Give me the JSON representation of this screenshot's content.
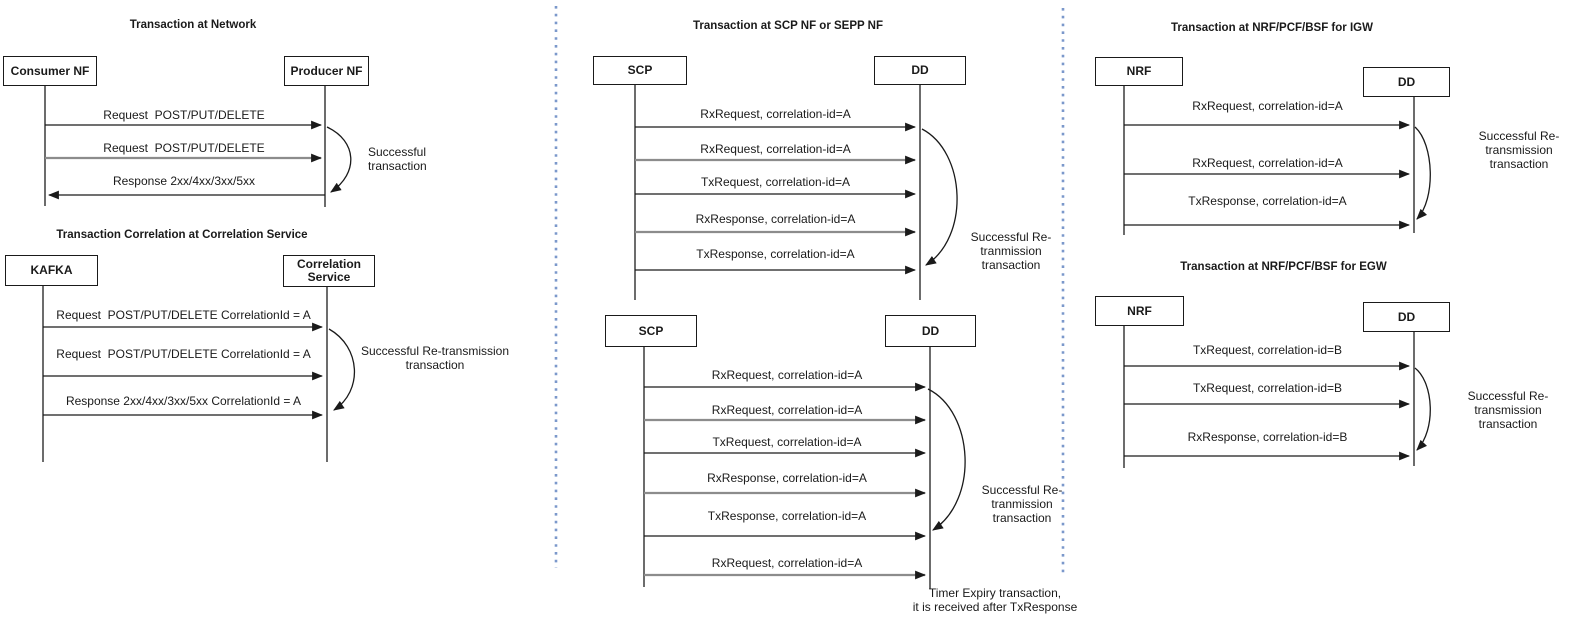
{
  "diagrams": {
    "network": {
      "title": "Transaction at Network",
      "actor_left": "Consumer NF",
      "actor_right": "Producer NF",
      "messages": [
        "Request  POST/PUT/DELETE",
        "Request  POST/PUT/DELETE",
        "Response 2xx/4xx/3xx/5xx"
      ],
      "annotation": "Successful transaction"
    },
    "correlation": {
      "title": "Transaction Correlation at Correlation Service",
      "actor_left": "KAFKA",
      "actor_right": "Correlation Service",
      "messages": [
        "Request  POST/PUT/DELETE CorrelationId = A",
        "Request  POST/PUT/DELETE CorrelationId = A",
        "Response 2xx/4xx/3xx/5xx CorrelationId = A"
      ],
      "annotation": "Successful Re-transmission transaction"
    },
    "scp_success": {
      "title": "Transaction at SCP NF or SEPP NF",
      "actor_left": "SCP",
      "actor_right": "DD",
      "messages": [
        "RxRequest, correlation-id=A",
        "RxRequest, correlation-id=A",
        "TxRequest, correlation-id=A",
        "RxResponse, correlation-id=A",
        "TxResponse, correlation-id=A"
      ],
      "annotation": "Successful Re-tranmission transaction"
    },
    "scp_timer": {
      "actor_left": "SCP",
      "actor_right": "DD",
      "messages": [
        "RxRequest, correlation-id=A",
        "RxRequest, correlation-id=A",
        "TxRequest, correlation-id=A",
        "RxResponse, correlation-id=A",
        "TxResponse, correlation-id=A",
        "RxRequest, correlation-id=A"
      ],
      "annotation": "Successful Re-tranmission transaction",
      "note_line1": "Timer Expiry transaction,",
      "note_line2": "it is received after TxResponse"
    },
    "igw": {
      "title": "Transaction at NRF/PCF/BSF for IGW",
      "actor_left": "NRF",
      "actor_right": "DD",
      "messages": [
        "RxRequest, correlation-id=A",
        "RxRequest, correlation-id=A",
        "TxResponse, correlation-id=A"
      ],
      "annotation": "Successful Re-transmission transaction"
    },
    "egw": {
      "title": "Transaction at NRF/PCF/BSF for EGW",
      "actor_left": "NRF",
      "actor_right": "DD",
      "messages": [
        "TxRequest, correlation-id=B",
        "TxRequest, correlation-id=B",
        "RxResponse, correlation-id=B"
      ],
      "annotation": "Successful Re-transmission transaction"
    }
  },
  "colors": {
    "line": "#1a1a1a",
    "retry_arrow": "#8c8c8c",
    "separator": "#7b98cb"
  }
}
